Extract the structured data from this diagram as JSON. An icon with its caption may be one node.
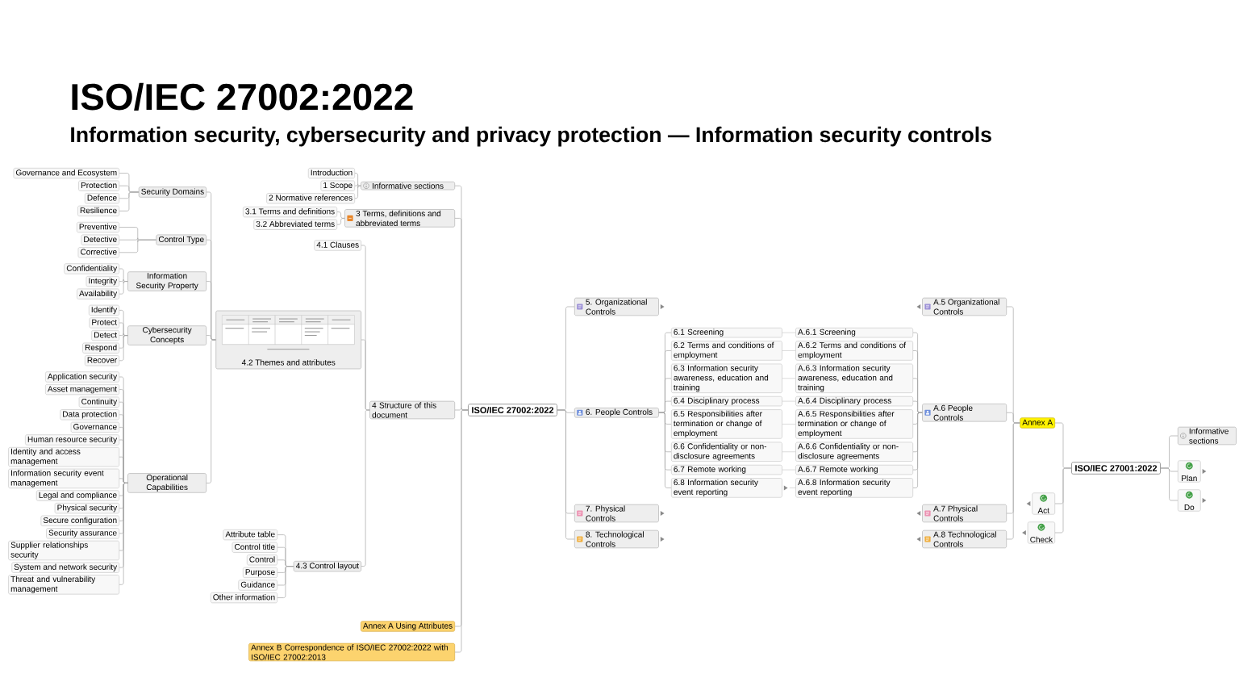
{
  "diagram": {
    "title": "ISO/IEC 27002:2022",
    "nodes": [
      {
        "text": [
          "ISO/IEC 27002:2022"
        ]
      },
      {
        "text": [
          "Informative sections"
        ]
      },
      {
        "text": [
          "Introduction"
        ]
      },
      {
        "text": [
          "1 Scope"
        ]
      },
      {
        "text": [
          "2 Normative references"
        ]
      },
      {
        "text": [
          "3 Terms, definitions and abbreviated terms"
        ]
      },
      {
        "text": [
          "3.1 Terms and definitions"
        ]
      },
      {
        "text": [
          "3.2 Abbreviated terms"
        ]
      },
      {
        "text": [
          "4 Structure of this document"
        ]
      },
      {
        "text": [
          "4.1 Clauses"
        ]
      },
      {
        "text": [
          "4.2 Themes and attributes"
        ]
      },
      {
        "text": [
          "Security Domains"
        ]
      },
      {
        "text": [
          "Governance and Ecosystem"
        ]
      },
      {
        "text": [
          "Protection"
        ]
      },
      {
        "text": [
          "Defence"
        ]
      },
      {
        "text": [
          "Resilience"
        ]
      },
      {
        "text": [
          "Control Type"
        ]
      },
      {
        "text": [
          "Preventive"
        ]
      },
      {
        "text": [
          "Detective"
        ]
      },
      {
        "text": [
          "Corrective"
        ]
      },
      {
        "text": [
          "Information Security Property"
        ]
      },
      {
        "text": [
          "Confidentiality"
        ]
      },
      {
        "text": [
          "Integrity"
        ]
      },
      {
        "text": [
          "Availability"
        ]
      },
      {
        "text": [
          "Cybersecurity Concepts"
        ]
      },
      {
        "text": [
          "Identify"
        ]
      },
      {
        "text": [
          "Protect"
        ]
      },
      {
        "text": [
          "Detect"
        ]
      },
      {
        "text": [
          "Respond"
        ]
      },
      {
        "text": [
          "Recover"
        ]
      },
      {
        "text": [
          "Operational Capabilities"
        ]
      },
      {
        "text": [
          "Application security"
        ]
      },
      {
        "text": [
          "Asset management"
        ]
      },
      {
        "text": [
          "Continuity"
        ]
      },
      {
        "text": [
          "Data protection"
        ]
      },
      {
        "text": [
          "Governance"
        ]
      },
      {
        "text": [
          "Human resource security"
        ]
      },
      {
        "text": [
          "Identity and access management"
        ]
      },
      {
        "text": [
          "Information security event management"
        ]
      },
      {
        "text": [
          "Legal and compliance"
        ]
      },
      {
        "text": [
          "Physical security"
        ]
      },
      {
        "text": [
          "Secure configuration"
        ]
      },
      {
        "text": [
          "Security assurance"
        ]
      },
      {
        "text": [
          "Supplier relationships security"
        ]
      },
      {
        "text": [
          "System and network security"
        ]
      },
      {
        "text": [
          "Threat and vulnerability management"
        ]
      },
      {
        "text": [
          "4.3 Control layout"
        ]
      },
      {
        "text": [
          "Attribute table"
        ]
      },
      {
        "text": [
          "Control title"
        ]
      },
      {
        "text": [
          "Control"
        ]
      },
      {
        "text": [
          "Purpose"
        ]
      },
      {
        "text": [
          "Guidance"
        ]
      },
      {
        "text": [
          "Other information"
        ]
      },
      {
        "text": [
          "Annex A Using Attributes"
        ]
      },
      {
        "text": [
          "Annex B Correspondence of ISO/IEC 27002:2022 with ISO/IEC 27002:2013"
        ]
      },
      {
        "text": [
          "5. Organizational Controls"
        ]
      },
      {
        "text": [
          "6. People Controls"
        ]
      },
      {
        "text": [
          "6.1 Screening"
        ]
      },
      {
        "text": [
          "6.2 Terms and conditions of employment"
        ]
      },
      {
        "text": [
          "6.3 Information security awareness, education and training"
        ]
      },
      {
        "text": [
          "6.4 Disciplinary process"
        ]
      },
      {
        "text": [
          "6.5 Responsibilities after termination or change of employment"
        ]
      },
      {
        "text": [
          "6.6 Confidentiality or non-disclosure agreements"
        ]
      },
      {
        "text": [
          "6.7 Remote working"
        ]
      },
      {
        "text": [
          "6.8 Information security event reporting"
        ]
      },
      {
        "text": [
          "7. Physical Controls"
        ]
      },
      {
        "text": [
          "8. Technological Controls"
        ]
      },
      {
        "text": [
          "ISO/IEC 27001:2022"
        ]
      },
      {
        "text": [
          "Annex A"
        ]
      },
      {
        "text": [
          "A.5 Organizational Controls"
        ]
      },
      {
        "text": [
          "A.6 People Controls"
        ]
      },
      {
        "text": [
          "A.6.1 Screening"
        ]
      },
      {
        "text": [
          "A.6.2 Terms and conditions of employment"
        ]
      },
      {
        "text": [
          "A.6.3 Information security awareness, education and training"
        ]
      },
      {
        "text": [
          "A.6.4 Disciplinary process"
        ]
      },
      {
        "text": [
          "A.6.5 Responsibilities after termination or change of employment"
        ]
      },
      {
        "text": [
          "A.6.6 Confidentiality or non-disclosure agreements"
        ]
      },
      {
        "text": [
          "A.6.7 Remote working"
        ]
      },
      {
        "text": [
          "A.6.8 Information security event reporting"
        ]
      },
      {
        "text": [
          "A.7 Physical Controls"
        ]
      },
      {
        "text": [
          "A.8 Technological Controls"
        ]
      },
      {
        "text": [
          "Informative sections"
        ]
      },
      {
        "text": [
          "Plan"
        ]
      },
      {
        "text": [
          "Do"
        ]
      },
      {
        "text": [
          "Act"
        ]
      },
      {
        "text": [
          "Check"
        ]
      }
    ],
    "edges": [
      {
        "from": 0,
        "to": 1,
        "arrow": "none"
      },
      {
        "from": 0,
        "to": 5,
        "arrow": "none"
      },
      {
        "from": 0,
        "to": 8,
        "arrow": "none"
      },
      {
        "from": 0,
        "to": 53,
        "arrow": "none"
      },
      {
        "from": 0,
        "to": 54,
        "arrow": "none"
      },
      {
        "from": 0,
        "to": 55,
        "arrow": "none"
      },
      {
        "from": 0,
        "to": 56,
        "arrow": "none"
      },
      {
        "from": 0,
        "to": 65,
        "arrow": "none"
      },
      {
        "from": 0,
        "to": 66,
        "arrow": "none"
      },
      {
        "from": 1,
        "to": 2,
        "arrow": "none"
      },
      {
        "from": 1,
        "to": 3,
        "arrow": "none"
      },
      {
        "from": 1,
        "to": 4,
        "arrow": "none"
      },
      {
        "from": 5,
        "to": 6,
        "arrow": "none"
      },
      {
        "from": 5,
        "to": 7,
        "arrow": "none"
      },
      {
        "from": 8,
        "to": 9,
        "arrow": "none"
      },
      {
        "from": 8,
        "to": 10,
        "arrow": "none"
      },
      {
        "from": 8,
        "to": 46,
        "arrow": "none"
      },
      {
        "from": 10,
        "to": 11,
        "arrow": "none"
      },
      {
        "from": 10,
        "to": 16,
        "arrow": "none"
      },
      {
        "from": 10,
        "to": 20,
        "arrow": "none"
      },
      {
        "from": 10,
        "to": 24,
        "arrow": "none"
      },
      {
        "from": 10,
        "to": 30,
        "arrow": "none"
      },
      {
        "from": 11,
        "to": 12,
        "arrow": "none"
      },
      {
        "from": 11,
        "to": 13,
        "arrow": "none"
      },
      {
        "from": 11,
        "to": 14,
        "arrow": "none"
      },
      {
        "from": 11,
        "to": 15,
        "arrow": "none"
      },
      {
        "from": 16,
        "to": 17,
        "arrow": "none"
      },
      {
        "from": 16,
        "to": 18,
        "arrow": "none"
      },
      {
        "from": 16,
        "to": 19,
        "arrow": "none"
      },
      {
        "from": 20,
        "to": 21,
        "arrow": "none"
      },
      {
        "from": 20,
        "to": 22,
        "arrow": "none"
      },
      {
        "from": 20,
        "to": 23,
        "arrow": "none"
      },
      {
        "from": 24,
        "to": 25,
        "arrow": "none"
      },
      {
        "from": 24,
        "to": 26,
        "arrow": "none"
      },
      {
        "from": 24,
        "to": 27,
        "arrow": "none"
      },
      {
        "from": 24,
        "to": 28,
        "arrow": "none"
      },
      {
        "from": 24,
        "to": 29,
        "arrow": "none"
      },
      {
        "from": 30,
        "to": 31,
        "arrow": "none"
      },
      {
        "from": 30,
        "to": 32,
        "arrow": "none"
      },
      {
        "from": 30,
        "to": 33,
        "arrow": "none"
      },
      {
        "from": 30,
        "to": 34,
        "arrow": "none"
      },
      {
        "from": 30,
        "to": 35,
        "arrow": "none"
      },
      {
        "from": 30,
        "to": 36,
        "arrow": "none"
      },
      {
        "from": 30,
        "to": 37,
        "arrow": "none"
      },
      {
        "from": 30,
        "to": 38,
        "arrow": "none"
      },
      {
        "from": 30,
        "to": 39,
        "arrow": "none"
      },
      {
        "from": 30,
        "to": 40,
        "arrow": "none"
      },
      {
        "from": 30,
        "to": 41,
        "arrow": "none"
      },
      {
        "from": 30,
        "to": 42,
        "arrow": "none"
      },
      {
        "from": 30,
        "to": 43,
        "arrow": "none"
      },
      {
        "from": 30,
        "to": 44,
        "arrow": "none"
      },
      {
        "from": 30,
        "to": 45,
        "arrow": "none"
      },
      {
        "from": 46,
        "to": 47,
        "arrow": "none"
      },
      {
        "from": 46,
        "to": 48,
        "arrow": "none"
      },
      {
        "from": 46,
        "to": 49,
        "arrow": "none"
      },
      {
        "from": 46,
        "to": 50,
        "arrow": "none"
      },
      {
        "from": 46,
        "to": 51,
        "arrow": "none"
      },
      {
        "from": 46,
        "to": 52,
        "arrow": "none"
      },
      {
        "from": 56,
        "to": 57,
        "arrow": "none"
      },
      {
        "from": 56,
        "to": 58,
        "arrow": "none"
      },
      {
        "from": 56,
        "to": 59,
        "arrow": "none"
      },
      {
        "from": 56,
        "to": 60,
        "arrow": "none"
      },
      {
        "from": 56,
        "to": 61,
        "arrow": "none"
      },
      {
        "from": 56,
        "to": 62,
        "arrow": "none"
      },
      {
        "from": 56,
        "to": 63,
        "arrow": "none"
      },
      {
        "from": 56,
        "to": 64,
        "arrow": "none"
      },
      {
        "from": 67,
        "to": 68,
        "arrow": "none"
      },
      {
        "from": 67,
        "to": 81,
        "arrow": "none"
      },
      {
        "from": 67,
        "to": 82,
        "arrow": "none"
      },
      {
        "from": 67,
        "to": 83,
        "arrow": "none"
      },
      {
        "from": 67,
        "to": 84,
        "arrow": "none"
      },
      {
        "from": 67,
        "to": 85,
        "arrow": "none"
      },
      {
        "from": 68,
        "to": 69,
        "arrow": "none"
      },
      {
        "from": 68,
        "to": 70,
        "arrow": "none"
      },
      {
        "from": 68,
        "to": 79,
        "arrow": "none"
      },
      {
        "from": 68,
        "to": 80,
        "arrow": "none"
      },
      {
        "from": 70,
        "to": 71,
        "arrow": "none"
      },
      {
        "from": 70,
        "to": 72,
        "arrow": "none"
      },
      {
        "from": 70,
        "to": 73,
        "arrow": "none"
      },
      {
        "from": 70,
        "to": 74,
        "arrow": "none"
      },
      {
        "from": 70,
        "to": 75,
        "arrow": "none"
      },
      {
        "from": 70,
        "to": 76,
        "arrow": "none"
      },
      {
        "from": 70,
        "to": 77,
        "arrow": "none"
      },
      {
        "from": 70,
        "to": 78,
        "arrow": "none"
      },
      {
        "from": 57,
        "to": 71,
        "arrow": "none",
        "color": "#cccccc"
      },
      {
        "from": 58,
        "to": 72,
        "arrow": "none",
        "color": "#cccccc"
      },
      {
        "from": 59,
        "to": 73,
        "arrow": "none",
        "color": "#cccccc"
      },
      {
        "from": 60,
        "to": 74,
        "arrow": "none",
        "color": "#cccccc"
      },
      {
        "from": 61,
        "to": 75,
        "arrow": "none",
        "color": "#cccccc"
      },
      {
        "from": 62,
        "to": 76,
        "arrow": "none",
        "color": "#cccccc"
      },
      {
        "from": 63,
        "to": 77,
        "arrow": "none",
        "color": "#cccccc"
      },
      {
        "from": 64,
        "to": 78,
        "arrow": "none",
        "color": "#cccccc"
      }
    ],
    "labels": [
      "Information security, cybersecurity and privacy protection — Information security controls"
    ]
  }
}
